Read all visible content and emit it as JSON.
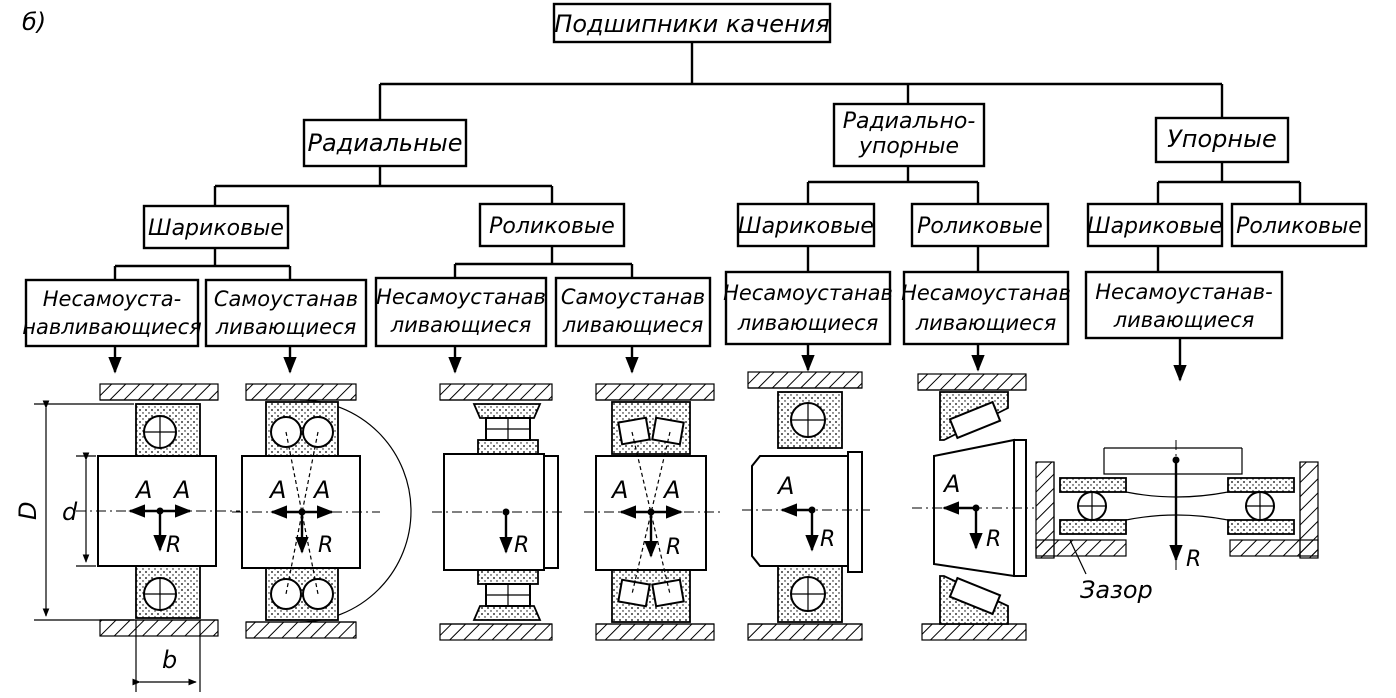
{
  "figure_label": "б)",
  "root": "Подшипники качения",
  "level1": {
    "radial": "Радиальные",
    "angular_line1": "Радиально-",
    "angular_line2": "упорные",
    "thrust": "Упорные"
  },
  "level2": {
    "radial_ball": "Шариковые",
    "radial_roller": "Роликовые",
    "angular_ball": "Шариковые",
    "angular_roller": "Роликовые",
    "thrust_ball": "Шариковые",
    "thrust_roller": "Роликовые"
  },
  "level3": {
    "rb_non_l1": "Несамоуста-",
    "rb_non_l2": "навливающиеся",
    "rb_self_l1": "Самоустанав",
    "rb_self_l2": "ливающиеся",
    "rr_non_l1": "Несамоустанав",
    "rr_non_l2": "ливающиеся",
    "rr_self_l1": "Самоустанав",
    "rr_self_l2": "ливающиеся",
    "ab_non_l1": "Несамоустанав",
    "ab_non_l2": "ливающиеся",
    "ar_non_l1": "Несамоустанав",
    "ar_non_l2": "ливающиеся",
    "tb_non_l1": "Несамоустанав-",
    "tb_non_l2": "ливающиеся"
  },
  "labels": {
    "A": "A",
    "R": "R",
    "D": "D",
    "d": "d",
    "b": "b",
    "gap": "Зазор"
  }
}
